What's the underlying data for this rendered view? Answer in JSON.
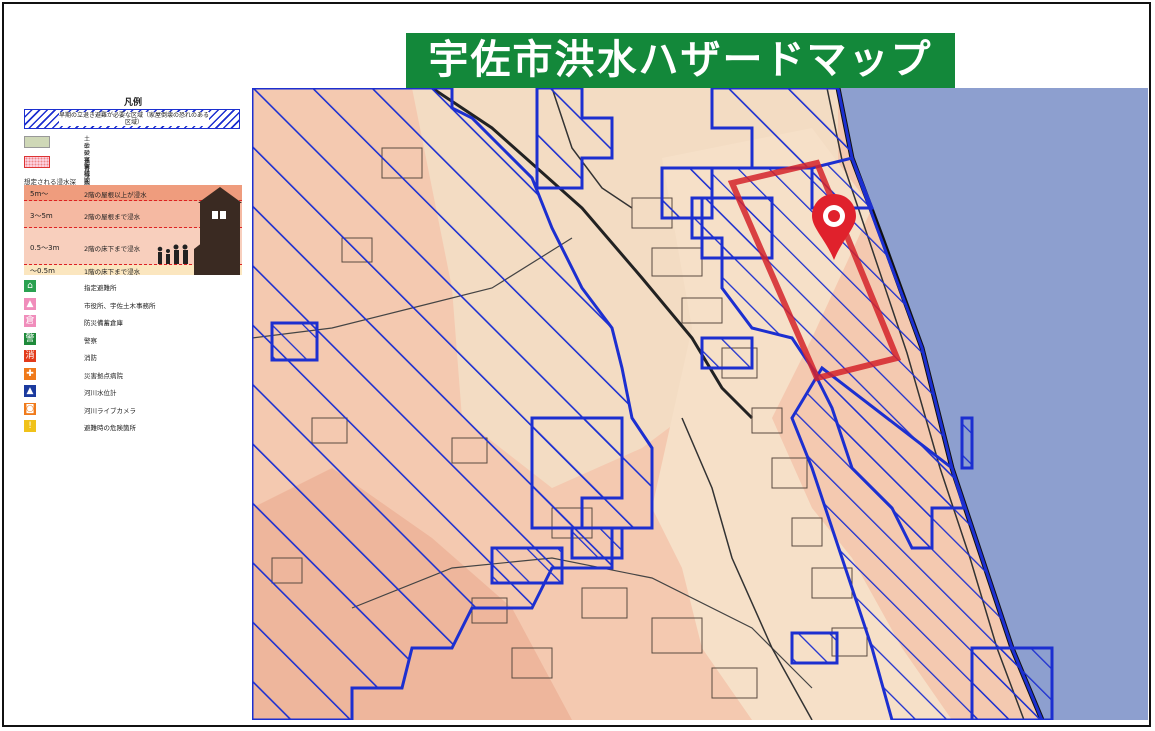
{
  "title": "宇佐市洪水ハザードマップ",
  "legend": {
    "title": "凡例",
    "hatch_text": "早期の立退き避難が必要な区域（家屋倒壊の恐れのある区域）",
    "sediment_text_1": "土砂災害警戒区域",
    "sediment_text_2": "土砂災害特別警戒区域",
    "past_flood_text": "過去浸水した区域",
    "depth_title": "想定される浸水深",
    "depth_bands": [
      {
        "depth": "5m～",
        "desc": "2階の屋根以上が浸水",
        "color": "#ef9c7d"
      },
      {
        "depth": "3～5m",
        "desc": "2階の屋根まで浸水",
        "color": "#f5b9a2"
      },
      {
        "depth": "0.5～3m",
        "desc": "2階の床下まで浸水",
        "color": "#f8cfbd"
      },
      {
        "depth": "～0.5m",
        "desc": "1階の床下まで浸水",
        "color": "#fbe6bf"
      }
    ],
    "icons": [
      {
        "name": "shelter-icon",
        "label": "指定避難所",
        "color": "#2aa150",
        "glyph": "⌂"
      },
      {
        "name": "city-office-icon",
        "label": "市役所、宇佐土木事務所",
        "color": "#f08dbb",
        "glyph": "▲"
      },
      {
        "name": "disaster-warehouse-icon",
        "label": "防災備蓄倉庫",
        "color": "#f08dbb",
        "glyph": "倉"
      },
      {
        "name": "police-icon",
        "label": "警察",
        "color": "#1e8a3a",
        "glyph": "警"
      },
      {
        "name": "fire-station-icon",
        "label": "消防",
        "color": "#e23a1a",
        "glyph": "消"
      },
      {
        "name": "hospital-icon",
        "label": "災害拠点病院",
        "color": "#f07a1a",
        "glyph": "✚"
      },
      {
        "name": "water-level-icon",
        "label": "河川水位計",
        "color": "#1b3a9e",
        "glyph": "▲"
      },
      {
        "name": "river-camera-icon",
        "label": "河川ライブカメラ",
        "color": "#f07a1a",
        "glyph": "◙"
      },
      {
        "name": "danger-spot-icon",
        "label": "避難時の危険箇所",
        "color": "#f0c21a",
        "glyph": "!"
      }
    ]
  },
  "map": {
    "sea_color": "#8d9fcf",
    "land_color": "#f4c9b0",
    "hatch_color": "#1c2fd0",
    "marker_color": "#e0212c",
    "highlight_color": "#d3232a"
  }
}
